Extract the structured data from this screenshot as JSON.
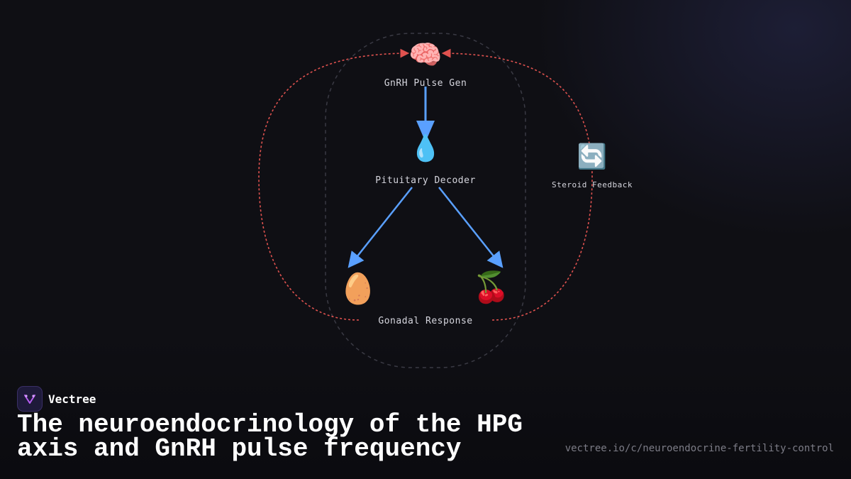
{
  "diagram": {
    "nodes": [
      {
        "id": "gnrh",
        "icon": "brain-icon",
        "glyph": "🧠",
        "label": "GnRH Pulse Gen"
      },
      {
        "id": "pituitary",
        "icon": "droplet-icon",
        "glyph": "💧",
        "label": "Pituitary Decoder"
      },
      {
        "id": "ovary",
        "icon": "egg-icon",
        "glyph": "🥚"
      },
      {
        "id": "testes",
        "icon": "cherries-icon",
        "glyph": "🍒"
      },
      {
        "id": "gonadal",
        "label": "Gonadal Response"
      },
      {
        "id": "feedback",
        "icon": "refresh-icon",
        "glyph": "🔄",
        "label": "Steroid Feedback"
      }
    ],
    "colors": {
      "signal_arrow": "#5aa0ff",
      "feedback_loop": "#e0524f",
      "axis_outline": "#3a3a44"
    }
  },
  "brand": {
    "name": "Vectree",
    "logo_icon": "vectree-logo-icon"
  },
  "title": "The neuroendocrinology of the HPG axis and GnRH pulse frequency",
  "url": "vectree.io/c/neuroendocrine-fertility-control"
}
